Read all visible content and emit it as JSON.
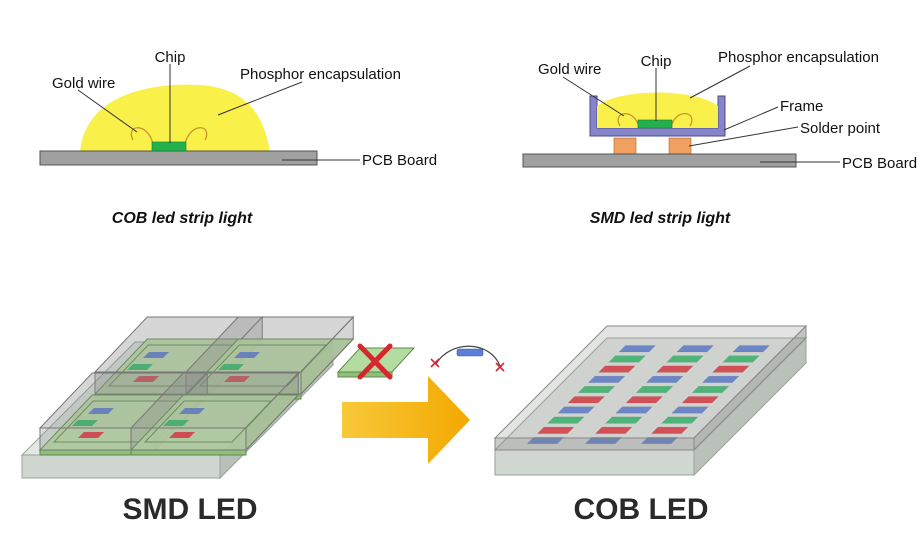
{
  "cob_top": {
    "labels": {
      "chip": "Chip",
      "gold_wire": "Gold wire",
      "phosphor": "Phosphor encapsulation",
      "pcb": "PCB Board"
    },
    "caption": "COB led strip light"
  },
  "smd_top": {
    "labels": {
      "gold_wire": "Gold wire",
      "chip": "Chip",
      "phosphor": "Phosphor encapsulation",
      "frame": "Frame",
      "solder": "Solder point",
      "pcb": "PCB Board"
    },
    "caption": "SMD led strip light"
  },
  "bottom": {
    "smd_title": "SMD LED",
    "cob_title": "COB LED"
  },
  "colors": {
    "phosphor": "#f9f04a",
    "chip": "#22b14c",
    "pcb": "#a0a0a0",
    "frame": "#6a6ab8",
    "solder": "#f0a060",
    "arrow": "#f5b718",
    "red_led": "#e8343c",
    "green_led": "#2fbf6a",
    "blue_led": "#5a7fd8",
    "cross": "#d7262d"
  }
}
